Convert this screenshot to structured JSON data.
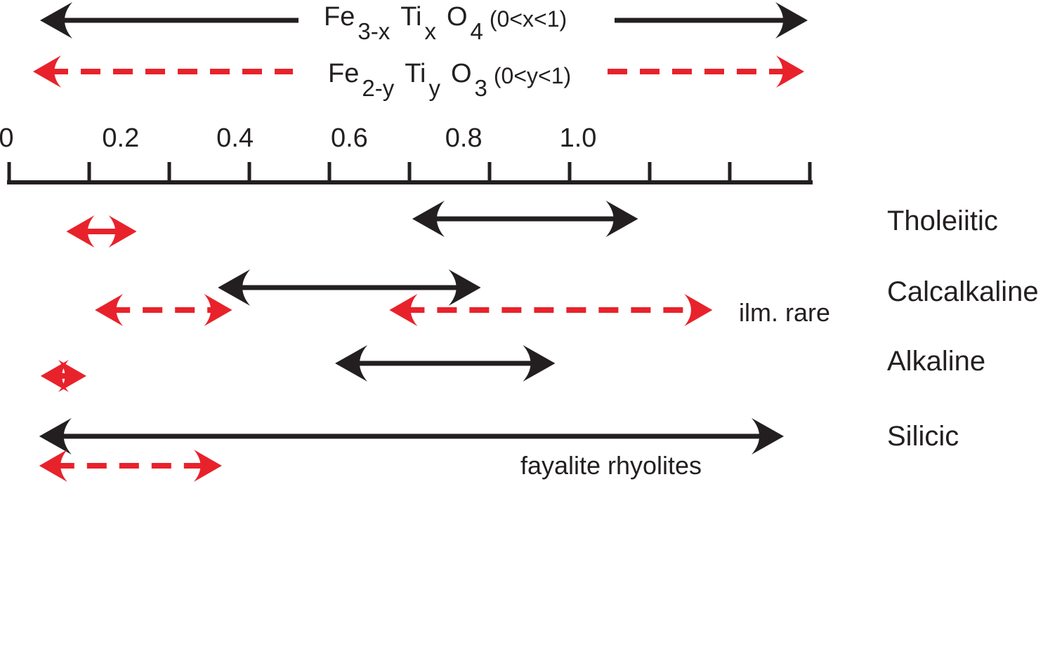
{
  "palette": {
    "black": "#231f20",
    "red": "#e8222b",
    "background": "#ffffff"
  },
  "chart_data": {
    "type": "bar",
    "subtype": "range-arrows",
    "title": "",
    "x_axis": {
      "tick_labels": [
        "0",
        "0.2",
        "0.4",
        "0.6",
        "0.8",
        "1.0"
      ],
      "tick_values": [
        0,
        0.2,
        0.4,
        0.6,
        0.8,
        1.0
      ],
      "minor_tick_count": 11,
      "shown_range": [
        0,
        1.4
      ],
      "grid": false
    },
    "legend": [
      {
        "fe": "Fe",
        "fe_sub": "3-x",
        "ti": "Ti",
        "ti_sub": "x",
        "o": "O",
        "o_sub": "4",
        "constraint": "(0<x<1)",
        "line": "solid",
        "color": "#231f20"
      },
      {
        "fe": "Fe",
        "fe_sub": "2-y",
        "ti": "Ti",
        "ti_sub": "y",
        "o": "O",
        "o_sub": "3",
        "constraint": "(0<y<1)",
        "line": "dashed",
        "color": "#e8222b"
      }
    ],
    "rows": [
      {
        "label": "Tholeiitic",
        "magnetite_range": [
          0.71,
          1.105
        ],
        "ilmenite_ranges": [
          {
            "range": [
              0.105,
              0.228
            ],
            "dashed": false
          }
        ]
      },
      {
        "label": "Calcalkaline",
        "magnetite_range": [
          0.37,
          0.83
        ],
        "ilmenite_ranges": [
          {
            "range": [
              0.155,
              0.395
            ],
            "dashed": true
          },
          {
            "range": [
              0.67,
              1.235
            ],
            "dashed": true
          }
        ],
        "annotation": "ilm. rare"
      },
      {
        "label": "Alkaline",
        "magnetite_range": [
          0.575,
          0.96
        ],
        "ilmenite_ranges": [
          {
            "range": [
              0.06,
              0.14
            ],
            "dashed": false
          }
        ]
      },
      {
        "label": "Silicic",
        "magnetite_range": [
          0.0575,
          1.36
        ],
        "ilmenite_ranges": [
          {
            "range": [
              0.0575,
              0.377
            ],
            "dashed": true
          }
        ],
        "annotation": "fayalite rhyolites"
      }
    ]
  }
}
